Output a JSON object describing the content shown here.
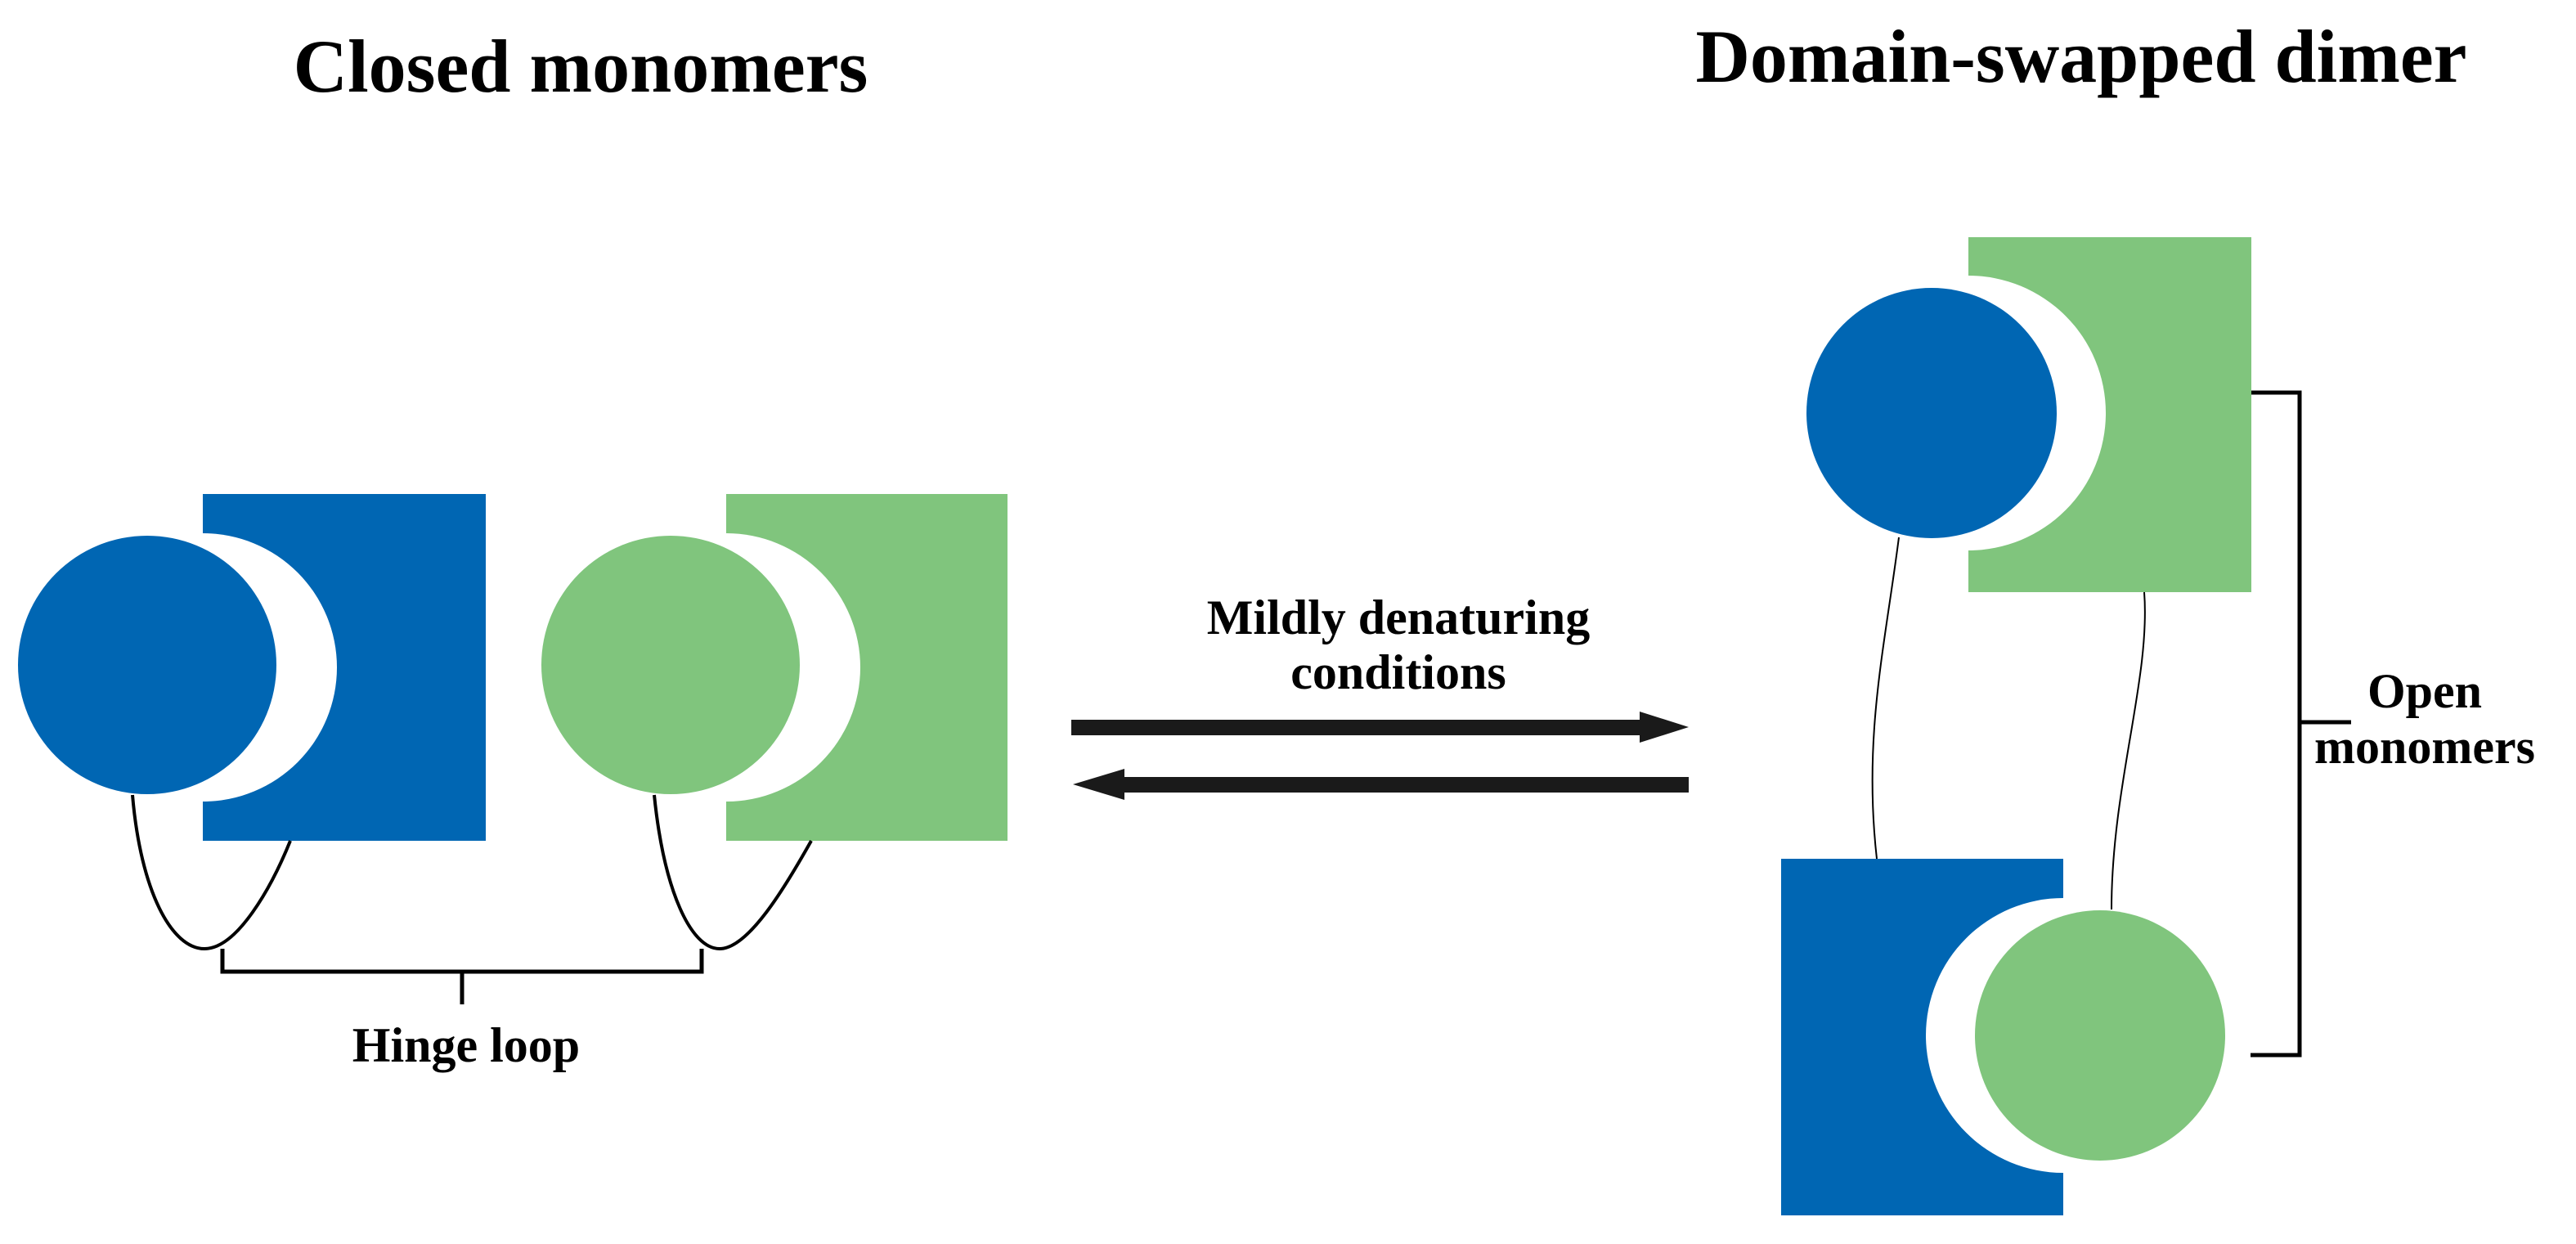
{
  "titles": {
    "left": "Closed monomers",
    "right": "Domain-swapped dimer"
  },
  "labels": {
    "hinge_loop": "Hinge loop",
    "condition_line1": "Mildly denaturing",
    "condition_line2": "conditions",
    "open_line1": "Open",
    "open_line2": "monomers"
  },
  "colors": {
    "blue": "#0066B3",
    "green": "#80C57D",
    "arrow": "#1a1a1a"
  }
}
